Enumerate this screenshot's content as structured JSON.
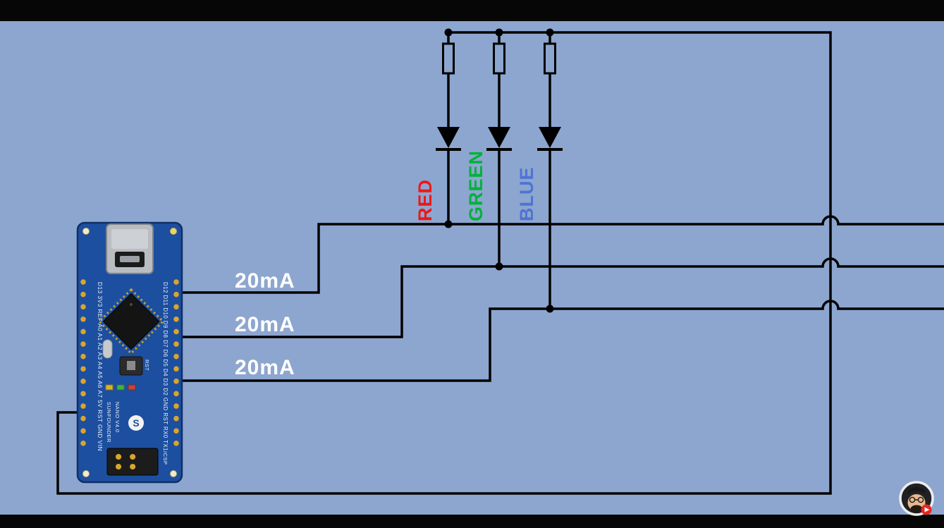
{
  "colors": {
    "background": "#8da6cf",
    "letterbox": "#060606",
    "wire": "#000000",
    "board_blue": "#1d4fa0",
    "pin_gold": "#d9a62a",
    "white": "#ffffff"
  },
  "schematic": {
    "branches": [
      {
        "label": "RED",
        "color": "#f01616"
      },
      {
        "label": "GREEN",
        "color": "#00b23a"
      },
      {
        "label": "BLUE",
        "color": "#4f74d2"
      }
    ],
    "current_labels": [
      "20mA",
      "20mA",
      "20mA"
    ],
    "component_counts": {
      "resistors": 3,
      "leds": 3
    }
  },
  "board": {
    "brand": "SUNFOUNDER",
    "model": "NANO V4.0",
    "logo_letter": "S",
    "reset_label": "RST",
    "icsp_label": "ICSP",
    "left_pins": [
      "D13",
      "3V3",
      "REF",
      "A0",
      "A1",
      "A2",
      "A3",
      "A4",
      "A5",
      "A6",
      "A7",
      "5V",
      "RST",
      "GND",
      "VIN"
    ],
    "right_pins": [
      "D12",
      "D11",
      "D10",
      "D9",
      "D8",
      "D7",
      "D6",
      "D5",
      "D4",
      "D3",
      "D2",
      "GND",
      "RST",
      "RX0",
      "TX1"
    ]
  }
}
